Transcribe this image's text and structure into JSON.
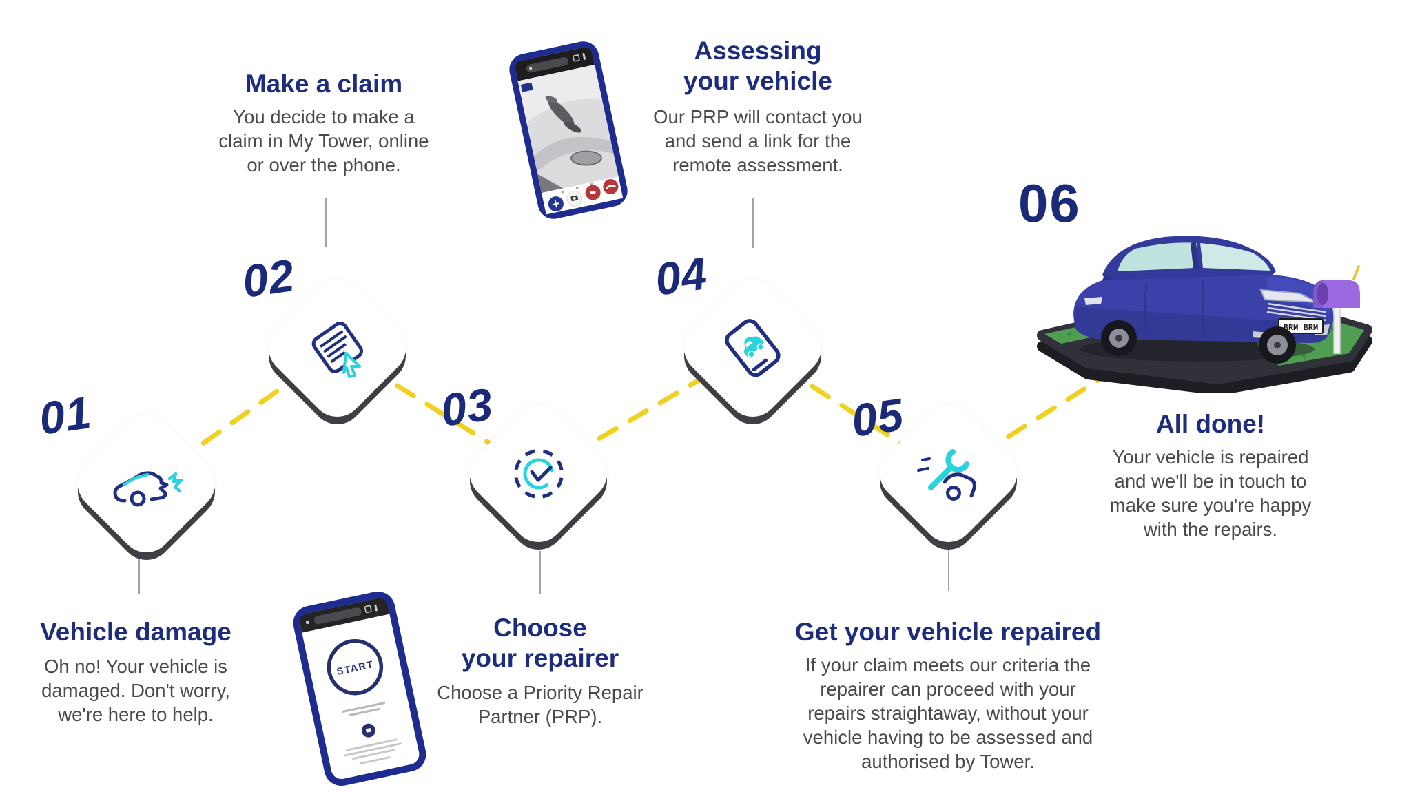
{
  "colors": {
    "navy": "#1e2c7e",
    "number_navy": "#1b2a78",
    "cyan": "#2bd3dc",
    "dash_yellow": "#f0d021",
    "body_gray": "#4a4a4a",
    "tile_shadow": "#3f3f45",
    "car_blue": "#3b41a8",
    "grass_green": "#4f9e52",
    "road_dark": "#303038",
    "mailbox_purple": "#9c6ae0"
  },
  "steps": [
    {
      "number": "01",
      "title": "Vehicle damage",
      "description": "Oh no! Your vehicle is\ndamaged. Don't worry,\nwe're here to help."
    },
    {
      "number": "02",
      "title": "Make a claim",
      "description": "You decide to make a\nclaim in My Tower, online\nor over the phone."
    },
    {
      "number": "03",
      "title": "Choose\nyour repairer",
      "description": "Choose a Priority Repair\nPartner (PRP)."
    },
    {
      "number": "04",
      "title": "Assessing\nyour vehicle",
      "description": "Our PRP will contact you\nand send a link for the\nremote assessment."
    },
    {
      "number": "05",
      "title": "Get your vehicle repaired",
      "description": "If your claim meets our criteria the\nrepairer can proceed with your\nrepairs straightaway, without your\nvehicle having to be assessed and\nauthorised by Tower."
    },
    {
      "number": "06",
      "title": "All done!",
      "description": "Your vehicle is repaired\nand we'll be in touch to\nmake sure you're happy\nwith the repairs."
    }
  ],
  "phone_start_screen": {
    "button_label": "START"
  },
  "car": {
    "license_plate": "BRM BRM"
  }
}
